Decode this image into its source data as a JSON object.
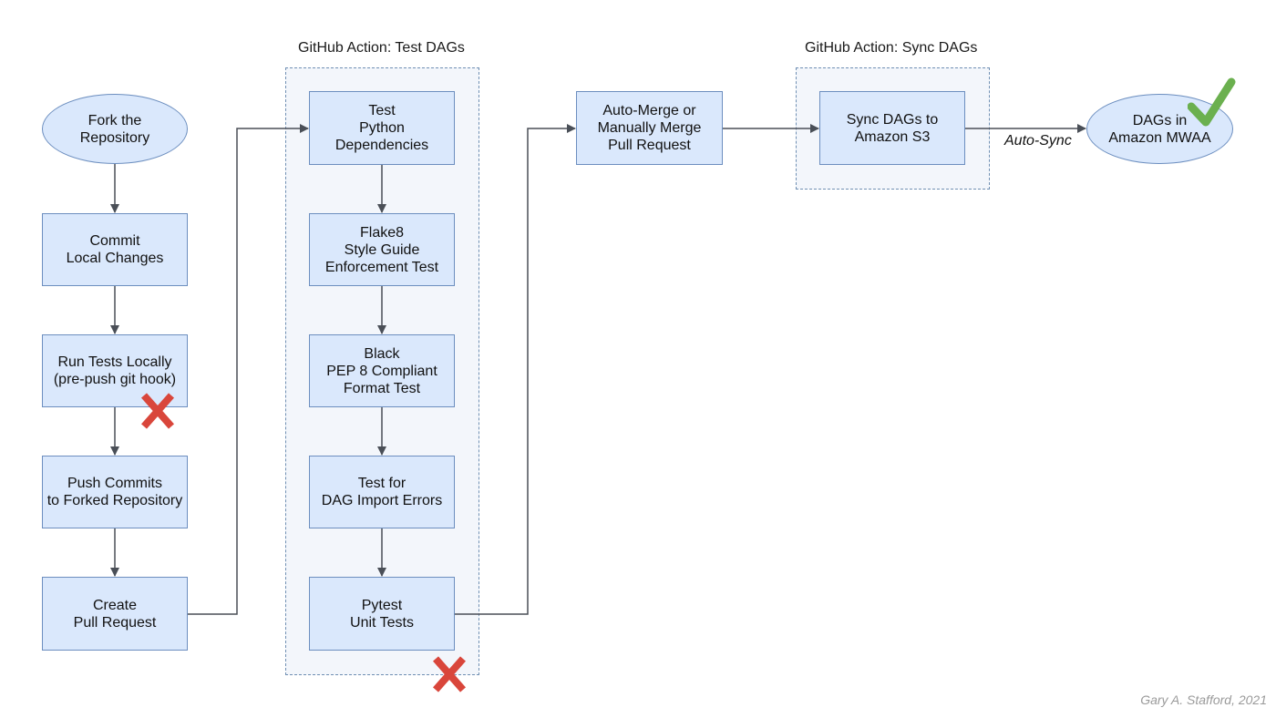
{
  "groups": {
    "test_dags": {
      "label": "GitHub Action: Test DAGs"
    },
    "sync_dags": {
      "label": "GitHub Action: Sync DAGs"
    }
  },
  "nodes": {
    "fork": "Fork the\nRepository",
    "commit": "Commit\nLocal Changes",
    "run_tests": "Run Tests Locally\n(pre-push git hook)",
    "push": "Push Commits\nto Forked Repository",
    "create_pr": "Create\nPull Request",
    "test_python": "Test\nPython\nDependencies",
    "flake8": "Flake8\nStyle Guide\nEnforcement Test",
    "black": "Black\nPEP 8 Compliant\nFormat Test",
    "dag_import": "Test for\nDAG Import Errors",
    "pytest": "Pytest\nUnit Tests",
    "merge": "Auto-Merge or\nManually Merge\nPull Request",
    "sync": "Sync DAGs to\nAmazon S3",
    "mwaa": "DAGs in\nAmazon MWAA"
  },
  "edge_labels": {
    "auto_sync": "Auto-Sync"
  },
  "status_marks": {
    "run_tests_fail": {
      "icon": "red-x-icon",
      "color": "#d9463b"
    },
    "test_dags_fail": {
      "icon": "red-x-icon",
      "color": "#d9463b"
    },
    "mwaa_success": {
      "icon": "green-check-icon",
      "color": "#6bb04f"
    }
  },
  "credit": "Gary A. Stafford, 2021",
  "colors": {
    "node_fill": "#dae8fc",
    "node_stroke": "#6c8ebf",
    "group_fill": "#f3f6fb",
    "group_stroke": "#6f8fb3",
    "connector": "#4a4f57"
  }
}
